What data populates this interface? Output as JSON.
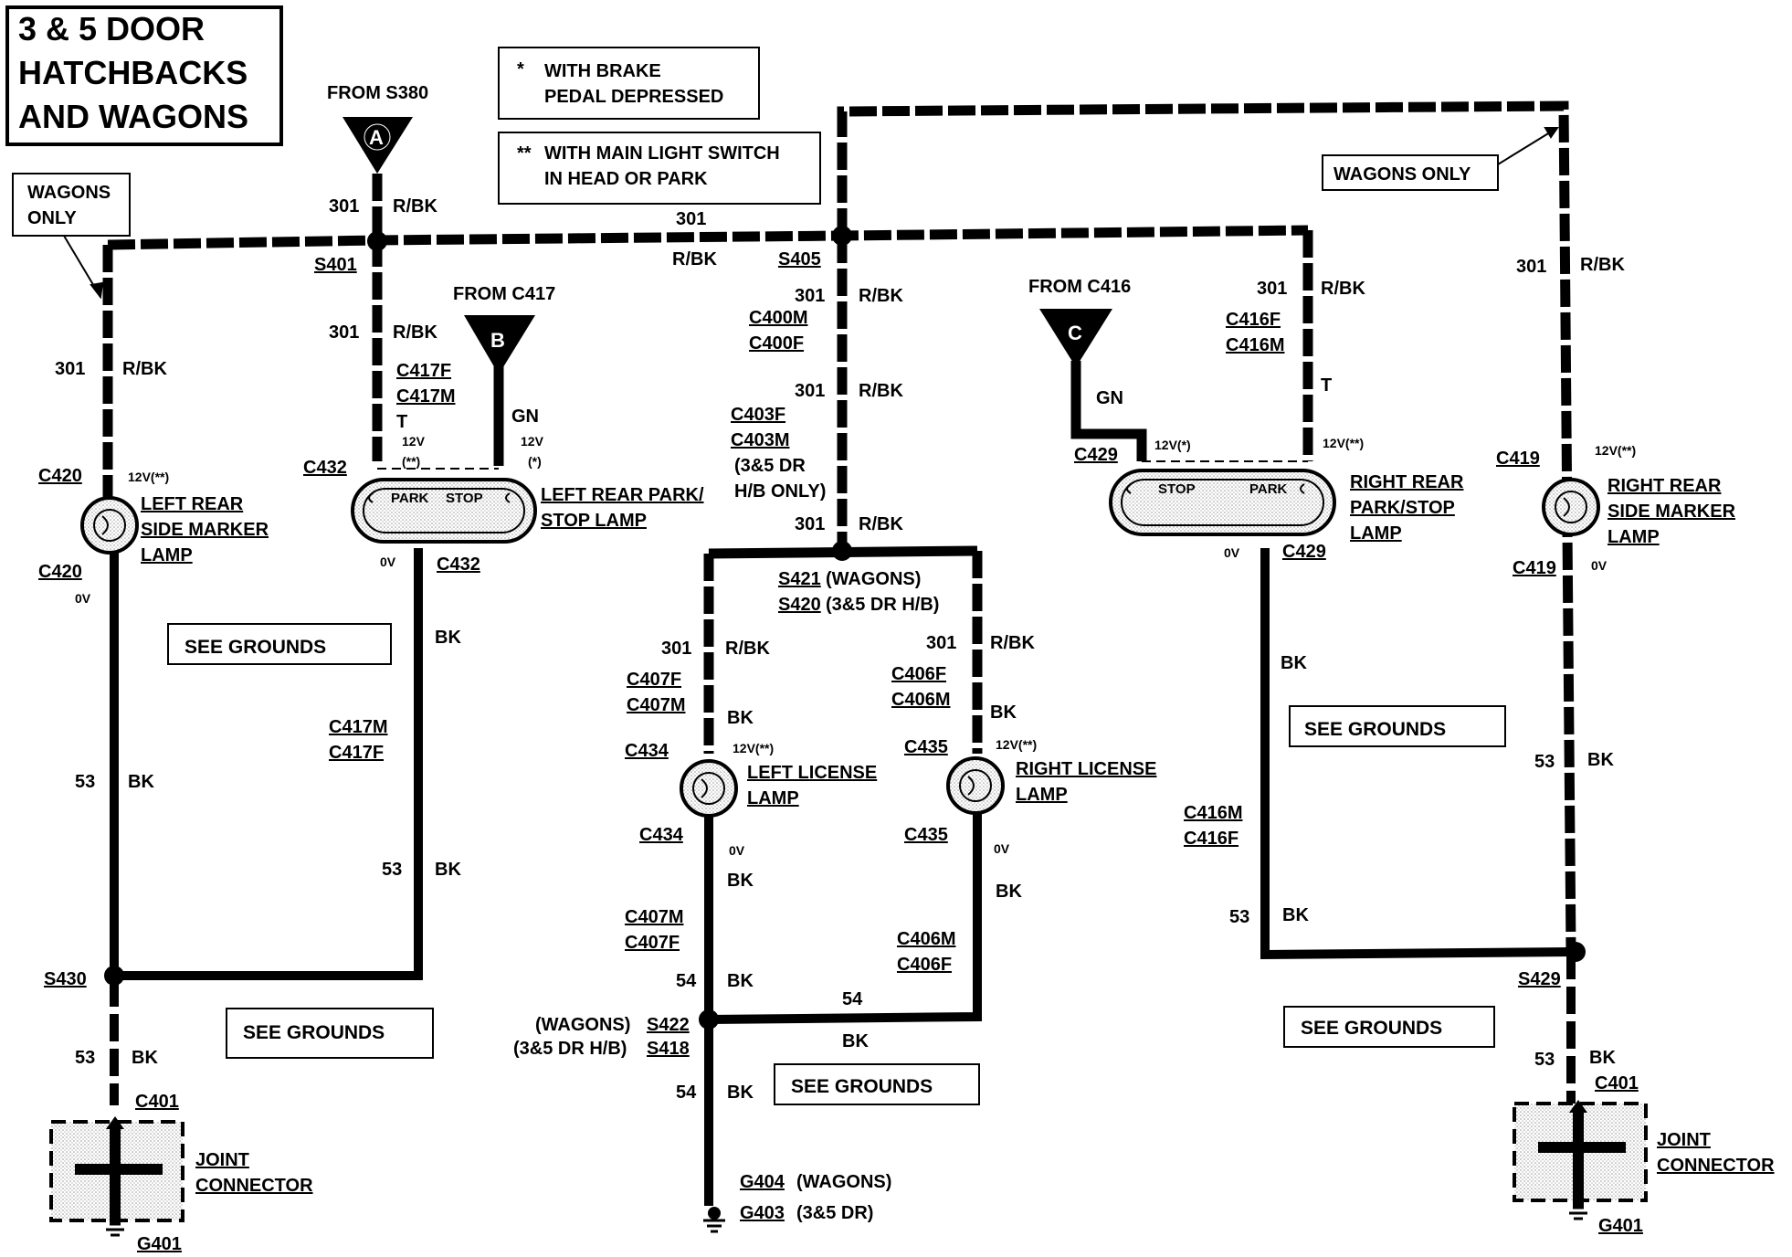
{
  "title": {
    "line1": "3 & 5 DOOR",
    "line2": "HATCHBACKS",
    "line3": "AND WAGONS"
  },
  "notes": {
    "n1_star": "*",
    "n1_line1": "WITH BRAKE",
    "n1_line2": "PEDAL DEPRESSED",
    "n2_star": "**",
    "n2_line1": "WITH MAIN LIGHT SWITCH",
    "n2_line2": "IN HEAD OR PARK"
  },
  "sources": {
    "a_from": "FROM S380",
    "a_letter": "A",
    "b_from": "FROM C417",
    "b_letter": "B",
    "c_from": "FROM C416",
    "c_letter": "C"
  },
  "wagons_only_left": {
    "line1": "WAGONS",
    "line2": "ONLY"
  },
  "wagons_only_right": "WAGONS ONLY",
  "circuits": {
    "c301": "301",
    "c53": "53",
    "c54": "54",
    "rbk": "R/BK",
    "bk": "BK",
    "gn": "GN",
    "t": "T"
  },
  "voltages": {
    "v12_2": "12V(**)",
    "v12_1": "12V(*)",
    "v12": "12V",
    "star1": "(*)",
    "star2": "(**)",
    "v0": "0V"
  },
  "splices": {
    "s401": "S401",
    "s405": "S405",
    "s421": "S421",
    "s421_note": "(WAGONS)",
    "s420": "S420",
    "s420_note": "(3&5 DR H/B)",
    "s430": "S430",
    "s429": "S429",
    "s422_pre": "(WAGONS)",
    "s422": "S422",
    "s418_pre": "(3&5 DR H/B)",
    "s418": "S418"
  },
  "connectors": {
    "c420": "C420",
    "c432": "C432",
    "c417f": "C417F",
    "c417m": "C417M",
    "c400m": "C400M",
    "c400f": "C400F",
    "c403f": "C403F",
    "c403m": "C403M",
    "c403_note1": "(3&5 DR",
    "c403_note2": "H/B ONLY)",
    "c416f": "C416F",
    "c416m": "C416M",
    "c429": "C429",
    "c419": "C419",
    "c407f": "C407F",
    "c407m": "C407M",
    "c406f": "C406F",
    "c406m": "C406M",
    "c434": "C434",
    "c435": "C435",
    "c401": "C401"
  },
  "components": {
    "lrsm_1": "LEFT REAR",
    "lrsm_2": "SIDE MARKER",
    "lrsm_3": "LAMP",
    "lrps_1": "LEFT REAR PARK/",
    "lrps_2": "STOP LAMP",
    "park": "PARK",
    "stop": "STOP",
    "rrps_1": "RIGHT REAR",
    "rrps_2": "PARK/STOP",
    "rrps_3": "LAMP",
    "rrsm_1": "RIGHT REAR",
    "rrsm_2": "SIDE MARKER",
    "rrsm_3": "LAMP",
    "llic_1": "LEFT LICENSE",
    "llic_2": "LAMP",
    "rlic_1": "RIGHT LICENSE",
    "rlic_2": "LAMP",
    "joint_1": "JOINT",
    "joint_2": "CONNECTOR"
  },
  "grounds": {
    "see_grounds": "SEE GROUNDS",
    "g401": "G401",
    "g404": "G404",
    "g404_note": "(WAGONS)",
    "g403": "G403",
    "g403_note": "(3&5 DR)"
  }
}
